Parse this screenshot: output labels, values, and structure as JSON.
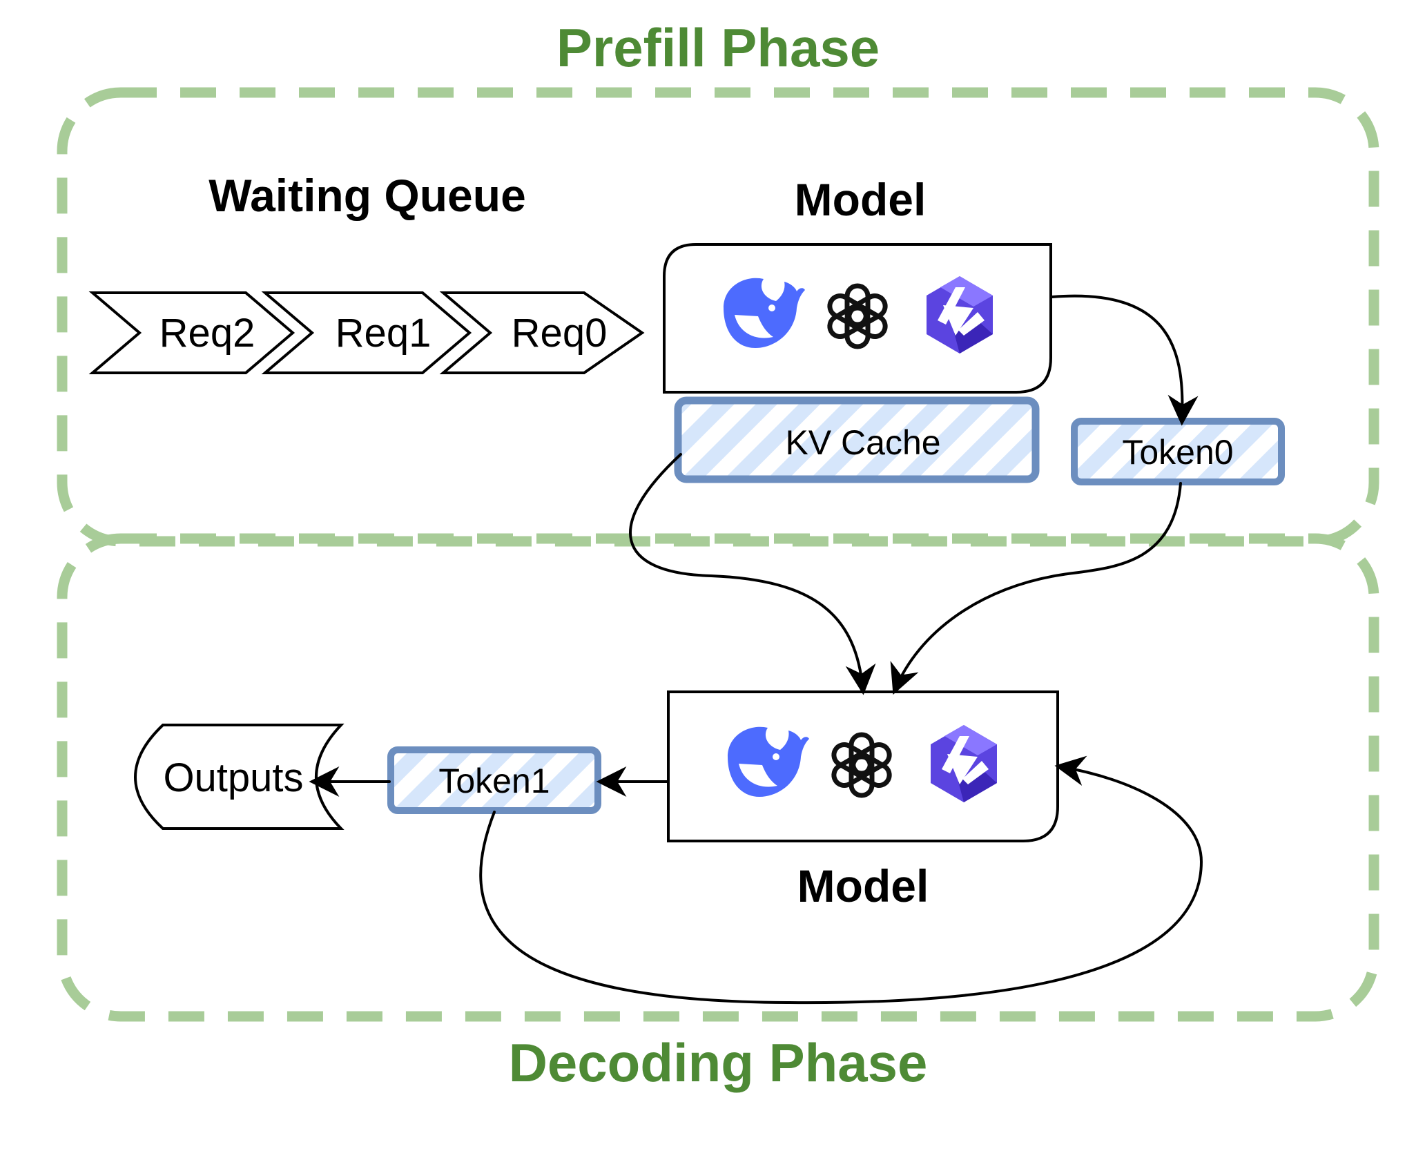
{
  "phases": {
    "prefill_title": "Prefill Phase",
    "decoding_title": "Decoding Phase"
  },
  "prefill": {
    "queue_title": "Waiting Queue",
    "queue": [
      "Req2",
      "Req1",
      "Req0"
    ],
    "model_title": "Model",
    "kv_cache_label": "KV Cache",
    "token_label": "Token0"
  },
  "decoding": {
    "model_title": "Model",
    "token_label": "Token1",
    "outputs_label": "Outputs"
  },
  "model_icons": [
    "deepseek-whale-icon",
    "openai-knot-icon",
    "qwen-star-icon"
  ],
  "colors": {
    "phase_border": "#a8cc98",
    "phase_title": "#4e8a35",
    "token_border": "#6c8ebf",
    "token_fill": "#dae8fc",
    "deepseek_blue": "#4d6bfe",
    "qwen_purple": "#5b44e0"
  }
}
